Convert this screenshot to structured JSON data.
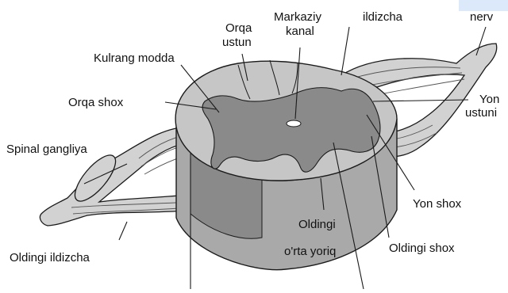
{
  "labels": {
    "markaziy_kanal_1": "Markaziy",
    "markaziy_kanal_2": "kanal",
    "orqa_ustun_1": "Orqa",
    "orqa_ustun_2": "ustun",
    "ildizcha": "ildizcha",
    "nerv": "nerv",
    "kulrang_modda": "Kulrang modda",
    "orqa_shox": "Orqa shox",
    "yon_ustun_1": "Yon",
    "yon_ustun_2": "ustuni",
    "spinal_gangliya": "Spinal gangliya",
    "yon_shox": "Yon shox",
    "oldingi_ortayoriq_1": "Oldingi",
    "oldingi_ortayoriq_2": "o'rta yoriq",
    "oldingi_shox": "Oldingi shox",
    "oldingi_ildizcha": "Oldingi ildizcha"
  },
  "colors": {
    "white_matter": "#c6c6c6",
    "white_matter_side": "#a9a9a9",
    "grey_matter": "#8a8a8a",
    "nerve": "#d2d2d2",
    "outline": "#1a1a1a",
    "corner_strip": "#dbe9fb"
  }
}
